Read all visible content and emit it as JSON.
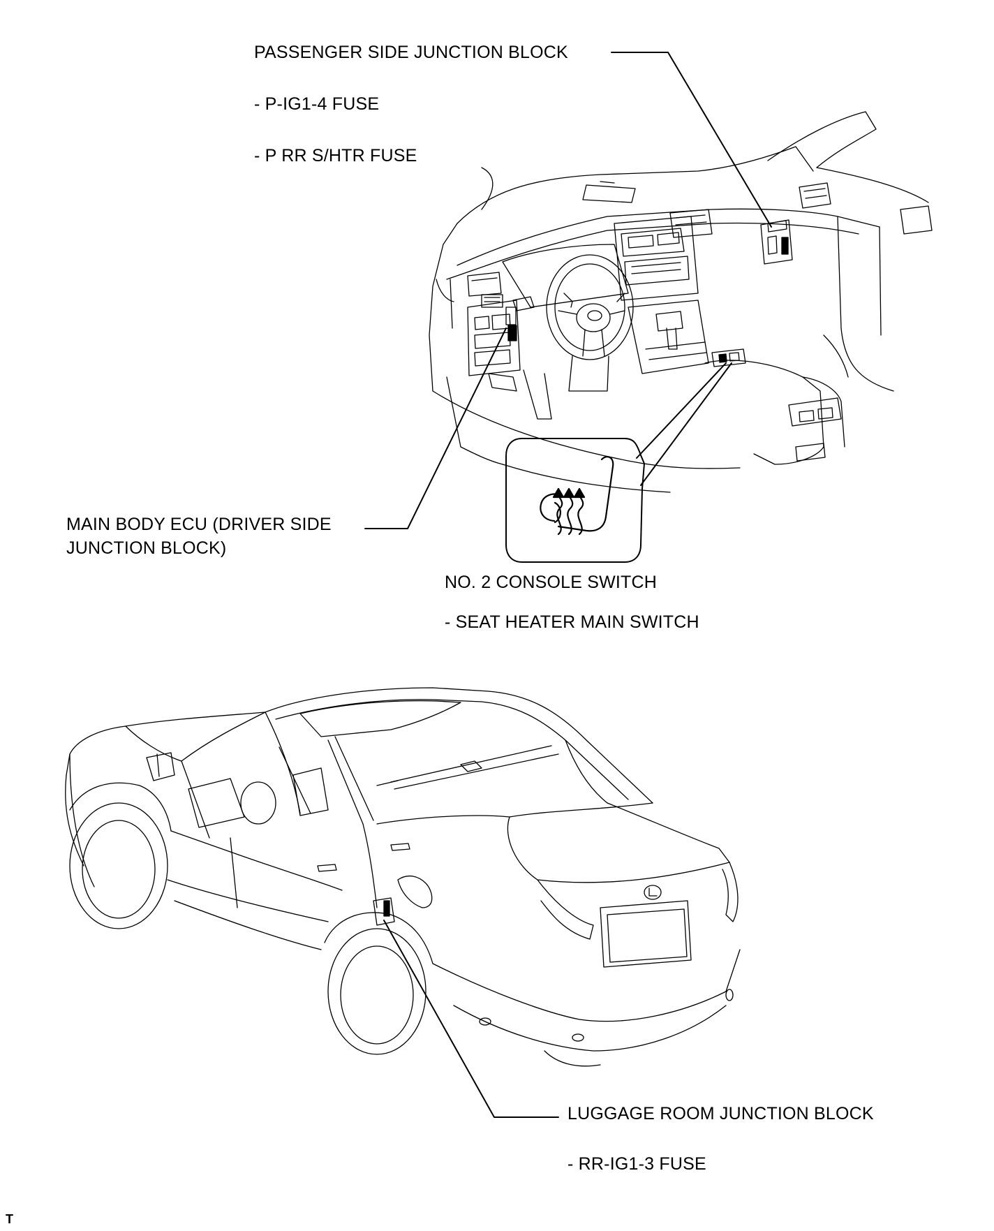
{
  "callouts": {
    "passenger_jb": {
      "title": "PASSENGER SIDE JUNCTION BLOCK",
      "items": [
        "- P-IG1-4 FUSE",
        "- P RR S/HTR FUSE"
      ]
    },
    "main_body_ecu": {
      "line1": "MAIN BODY ECU (DRIVER SIDE",
      "line2": "JUNCTION BLOCK)"
    },
    "console_switch": {
      "title": "NO. 2 CONSOLE SWITCH",
      "items": [
        "- SEAT HEATER MAIN SWITCH"
      ]
    },
    "luggage_jb": {
      "title": "LUGGAGE ROOM JUNCTION BLOCK",
      "items": [
        "- RR-IG1-3 FUSE"
      ]
    }
  },
  "figure_code": "T",
  "icons": {
    "seat_heater": "seat-heater-icon",
    "lexus_emblem": "lexus-emblem-icon"
  }
}
